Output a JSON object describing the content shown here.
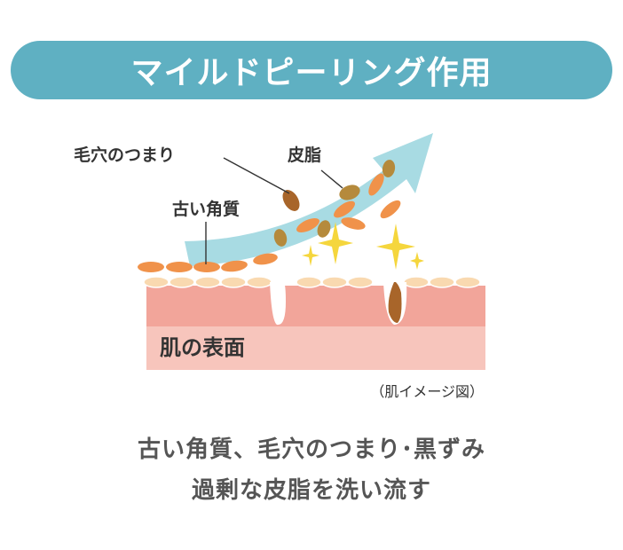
{
  "title": "マイルドピーリング作用",
  "labels": {
    "pore_clog": "毛穴のつまり",
    "sebum": "皮脂",
    "old_keratin": "古い角質",
    "skin_surface": "肌の表面",
    "image_note": "（肌イメージ図）"
  },
  "caption": {
    "line1": "古い角質、毛穴のつまり･黒ずみ",
    "line2": "過剰な皮脂を洗い流す"
  },
  "colors": {
    "banner": "#5fb0c2",
    "arrow": "#a8dbe3",
    "keratin": "#f0924a",
    "sebum": "#b58a3c",
    "pore_plug": "#a8652a",
    "skin_upper": "#f2a59a",
    "skin_lower": "#f7c5bc",
    "cells": "#f9d9b0",
    "sparkle": "#f5d63d"
  }
}
